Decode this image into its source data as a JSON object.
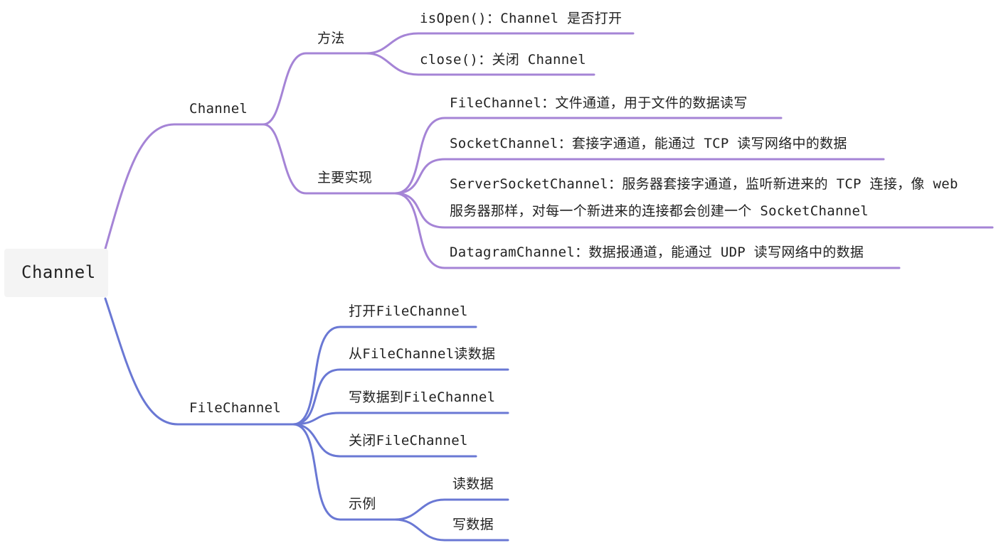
{
  "colors": {
    "channel_branch": "#a584d6",
    "filechannel_branch": "#6a78d4",
    "root_bg": "#f4f4f4"
  },
  "root": {
    "label": "Channel"
  },
  "channel": {
    "label": "Channel",
    "methods": {
      "label": "方法",
      "items": [
        "isOpen()：Channel 是否打开",
        "close()：关闭 Channel"
      ]
    },
    "impls": {
      "label": "主要实现",
      "items": [
        "FileChannel：文件通道，用于文件的数据读写",
        "SocketChannel：套接字通道，能通过 TCP 读写网络中的数据",
        "ServerSocketChannel：服务器套接字通道，监听新进来的 TCP 连接，像 web 服务器那样，对每一个新进来的连接都会创建一个 SocketChannel",
        "DatagramChannel：数据报通道，能通过 UDP 读写网络中的数据"
      ]
    }
  },
  "filechannel": {
    "label": "FileChannel",
    "items": [
      "打开FileChannel",
      "从FileChannel读数据",
      "写数据到FileChannel",
      "关闭FileChannel"
    ],
    "example": {
      "label": "示例",
      "items": [
        "读数据",
        "写数据"
      ]
    }
  }
}
